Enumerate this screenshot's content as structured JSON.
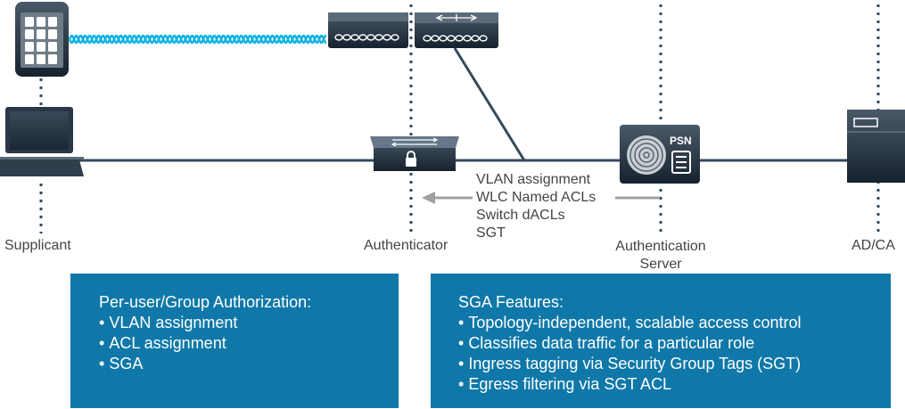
{
  "nodes": {
    "supplicant": "Supplicant",
    "authenticator": "Authenticator",
    "auth_server_line1": "Authentication",
    "auth_server_line2": "Server",
    "ad_ca": "AD/CA",
    "psn_badge": "PSN"
  },
  "callout": {
    "items": [
      "VLAN assignment",
      "WLC Named ACLs",
      "Switch dACLs",
      "SGT"
    ]
  },
  "left_box": {
    "title": "Per-user/Group Authorization:",
    "items": [
      "VLAN assignment",
      "ACL assignment",
      "SGA"
    ]
  },
  "right_box": {
    "title": "SGA Features:",
    "items": [
      "Topology-independent, scalable access control",
      "Classifies data traffic for a particular role",
      "Ingress tagging via Security Group Tags (SGT)",
      "Egress filtering via SGT ACL"
    ]
  },
  "colors": {
    "line": "#34495e",
    "wireless": "#12b3e3",
    "box": "#0f78a8",
    "device": "#1f2f3f",
    "arrow": "#a0a0a0"
  },
  "icons": [
    "tablet-icon",
    "laptop-icon",
    "wlc-icon",
    "access-point-icon",
    "switch-lock-icon",
    "psn-server-icon",
    "ad-ca-server-icon"
  ]
}
